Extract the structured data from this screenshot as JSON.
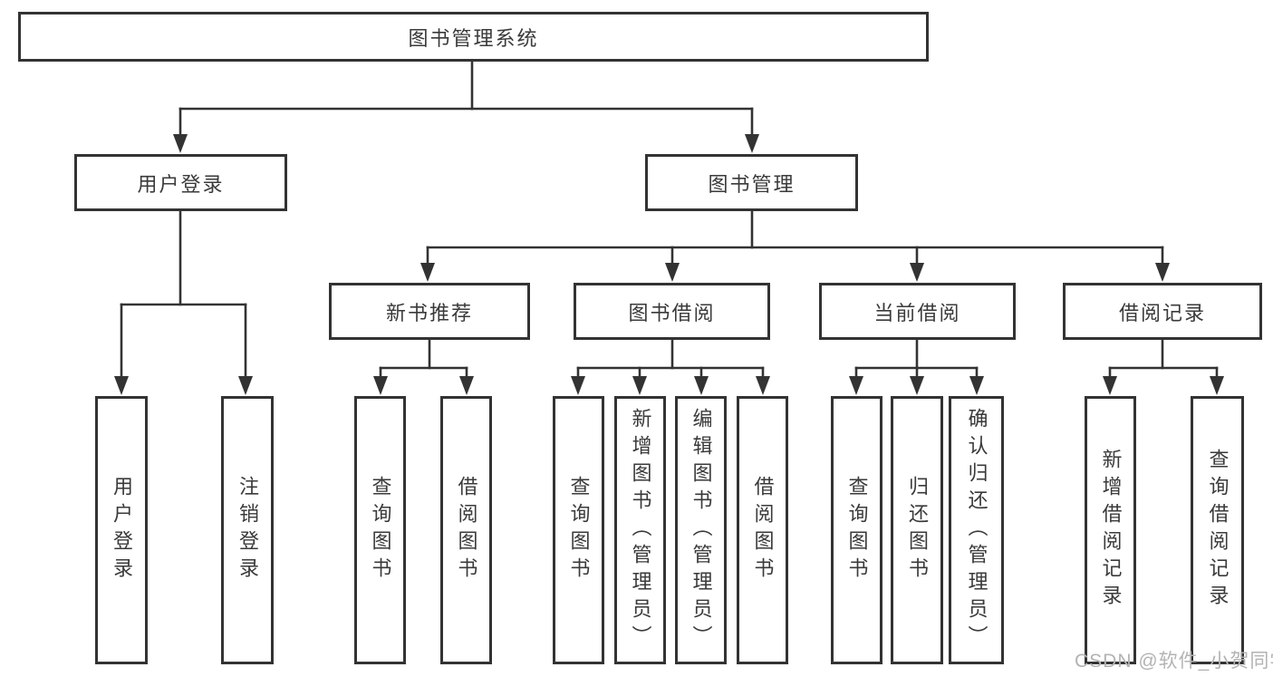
{
  "diagram": {
    "root": {
      "label": "图书管理系统"
    },
    "branches": [
      {
        "label": "用户登录",
        "children": [
          {
            "label": "用户登录"
          },
          {
            "label": "注销登录"
          }
        ]
      },
      {
        "label": "图书管理",
        "children": [
          {
            "label": "新书推荐",
            "children": [
              {
                "label": "查询图书"
              },
              {
                "label": "借阅图书"
              }
            ]
          },
          {
            "label": "图书借阅",
            "children": [
              {
                "label": "查询图书"
              },
              {
                "label": "新增图书（管理员）"
              },
              {
                "label": "编辑图书（管理员）"
              },
              {
                "label": "借阅图书"
              }
            ]
          },
          {
            "label": "当前借阅",
            "children": [
              {
                "label": "查询图书"
              },
              {
                "label": "归还图书"
              },
              {
                "label": "确认归还（管理员）"
              }
            ]
          },
          {
            "label": "借阅记录",
            "children": [
              {
                "label": "新增借阅记录"
              },
              {
                "label": "查询借阅记录"
              }
            ]
          }
        ]
      }
    ]
  },
  "watermark": "CSDN @软件_小贺同学",
  "colors": {
    "line": "#333333",
    "text": "#3a3a3a",
    "watermark": "#b3b3b3",
    "background": "#ffffff"
  }
}
